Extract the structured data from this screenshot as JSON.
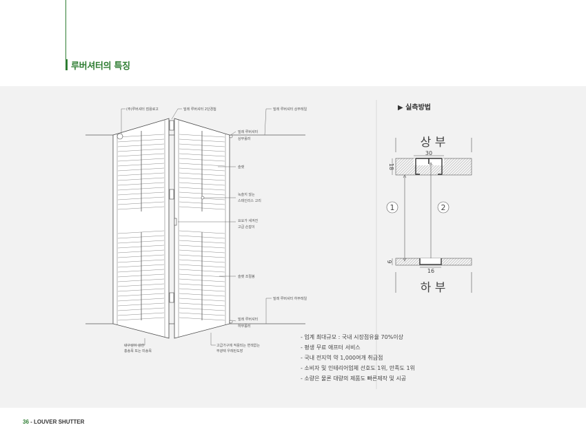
{
  "header": {
    "title": "루버셔터의 특징"
  },
  "drawing": {
    "callouts": [
      "(주)루버셔터 점용로고",
      "밀레 루버셔터 2단경첩",
      "밀레 루버셔터 상부레일",
      "밀레 루버셔터",
      "상부롤러",
      "슬랫",
      "녹슬지 않는",
      "스테인리스 고리",
      "요요가 새겨진",
      "고급 손잡이",
      "슬랫 조절봉",
      "밀레 루버셔터 하부레일",
      "밀레 루버셔터",
      "하부롤러",
      "내구성이 강한",
      "홍송목 또는 미송목",
      "고급가구에 적용되는 변색없는",
      "무광택 우레탄도장"
    ]
  },
  "installation": {
    "title": "▶ 실측방법",
    "top_label": "상 부",
    "bottom_label": "하 부",
    "dim_top_width": "30",
    "dim_top_height": "18",
    "dim_bottom_width": "16",
    "dim_bottom_height": "9",
    "marker_1": "1",
    "marker_2": "2"
  },
  "features": [
    "- 업계 최대규모 : 국내 시장점유율 70%이상",
    "- 평생 무료 애프터 서비스",
    "- 국내 전지역 약 1,000여개 취급점",
    "- 소비자 및 인테리어업체 선호도 1위, 만족도 1위",
    "- 소량은 물론 대량의 제품도 빠른제작 및 시공"
  ],
  "footer": {
    "page": "36",
    "label": " - LOUVER SHUTTER"
  }
}
